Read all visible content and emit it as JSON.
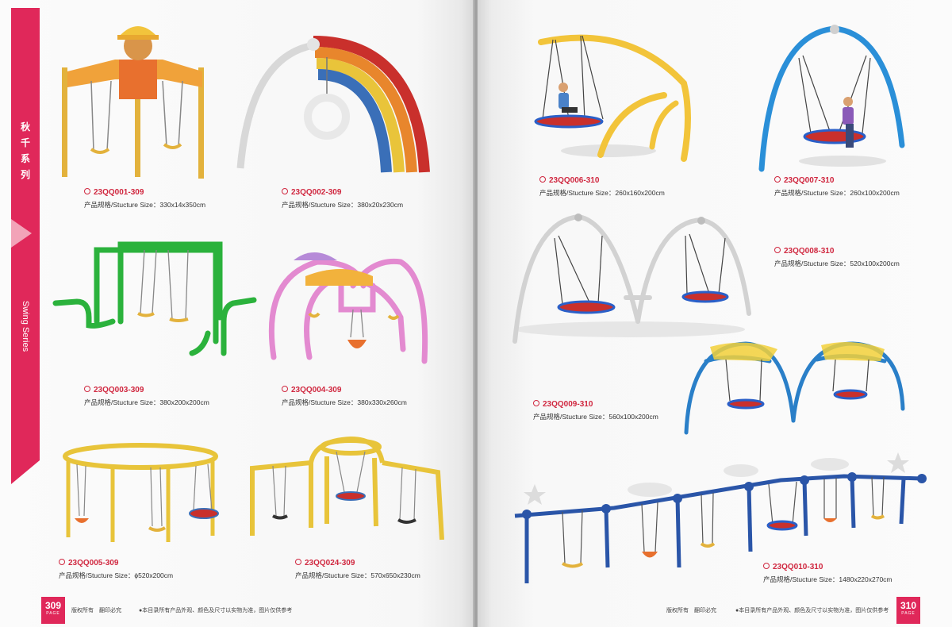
{
  "section": {
    "chinese_chars": [
      "秋",
      "千",
      "系",
      "列"
    ],
    "english": "Swing Series"
  },
  "colors": {
    "accent": "#e0285a",
    "code_red": "#d0273f"
  },
  "products": [
    {
      "code": "23QQ001-309",
      "spec": "产品规格/Stucture Size：330x14x350cm"
    },
    {
      "code": "23QQ002-309",
      "spec": "产品规格/Stucture Size：380x20x230cm"
    },
    {
      "code": "23QQ003-309",
      "spec": "产品规格/Stucture Size：380x200x200cm"
    },
    {
      "code": "23QQ004-309",
      "spec": "产品规格/Stucture Size：380x330x260cm"
    },
    {
      "code": "23QQ005-309",
      "spec": "产品规格/Stucture Size：ϕ520x200cm"
    },
    {
      "code": "23QQ024-309",
      "spec": "产品规格/Stucture Size：570x650x230cm"
    },
    {
      "code": "23QQ006-310",
      "spec": "产品规格/Stucture Size：260x160x200cm"
    },
    {
      "code": "23QQ007-310",
      "spec": "产品规格/Stucture Size：260x100x200cm"
    },
    {
      "code": "23QQ008-310",
      "spec": "产品规格/Stucture Size：520x100x200cm"
    },
    {
      "code": "23QQ009-310",
      "spec": "产品规格/Stucture Size：560x100x200cm"
    },
    {
      "code": "23QQ010-310",
      "spec": "产品规格/Stucture Size：1480x220x270cm"
    }
  ],
  "footer": {
    "left_page_number": "309",
    "right_page_number": "310",
    "page_label": "PAGE",
    "copyright": "版权所有　翻印必究",
    "note": "●本目录所有产品外观、颜色及尺寸以实物为准，图片仅供参考"
  }
}
